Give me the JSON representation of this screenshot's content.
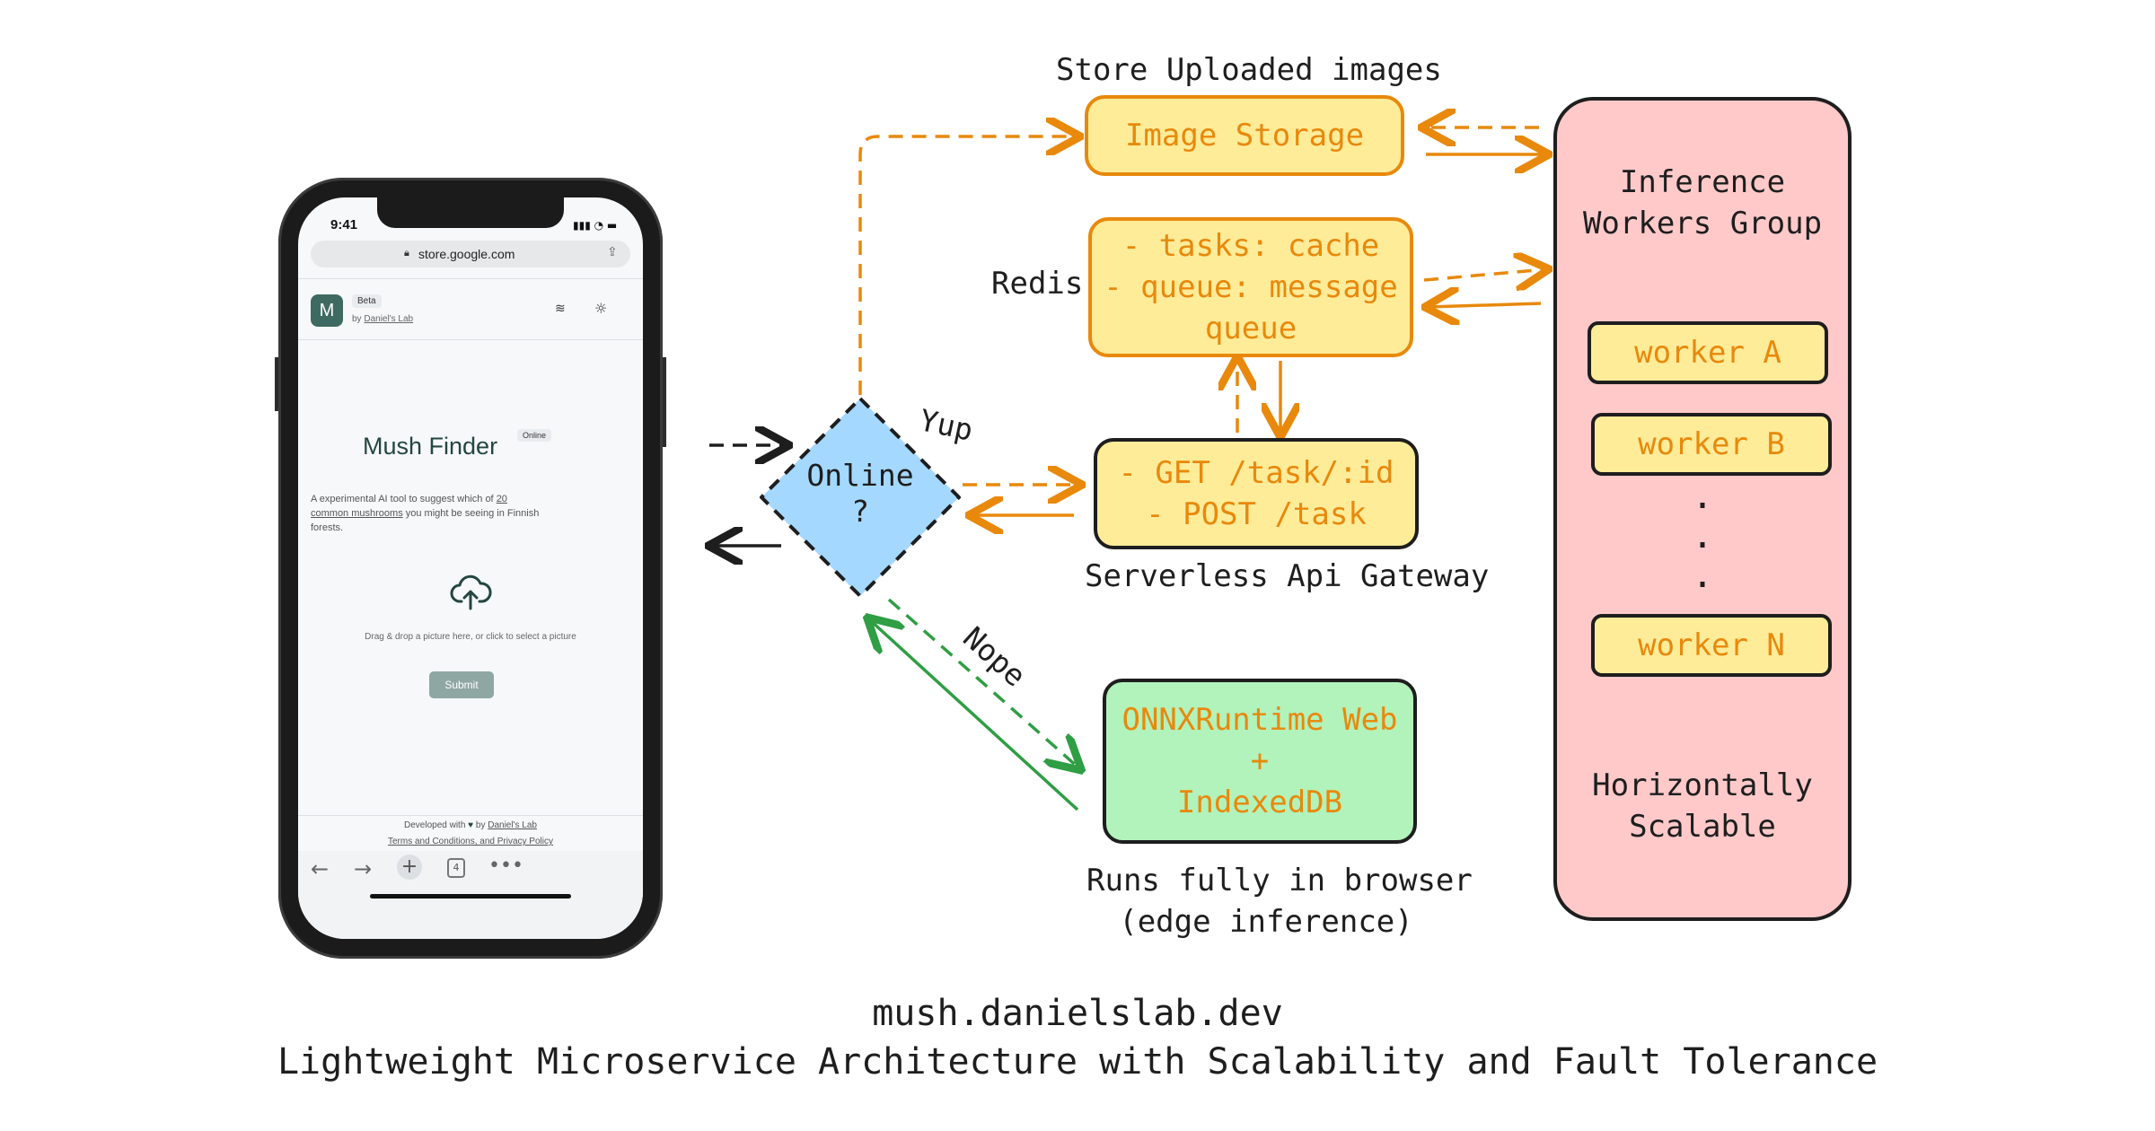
{
  "phone": {
    "time": "9:41",
    "url": "store.google.com",
    "app_logo_letter": "M",
    "beta_badge": "Beta",
    "by_text": "by",
    "by_link": "Daniel's Lab",
    "app_title": "Mush Finder",
    "online_badge": "Online",
    "desc_1": "A experimental AI tool to suggest which of",
    "desc_link_1": "20",
    "desc_link_2": "common mushrooms",
    "desc_2": "you might be seeing in Finnish",
    "desc_3": "forests.",
    "drop_text": "Drag & drop a picture here, or click to select a picture",
    "submit_label": "Submit",
    "footer_dev": "Developed with",
    "footer_by": "by",
    "footer_link": "Daniel's Lab",
    "footer_terms": "Terms and Conditions, and Privacy Policy",
    "tab_count": "4"
  },
  "diagram": {
    "image_storage_caption": "Store Uploaded images",
    "image_storage": "Image Storage",
    "redis_label": "Redis",
    "redis_line1": "- tasks: cache",
    "redis_line2": "- queue: message",
    "redis_line3": "queue",
    "api_line1": "- GET /task/:id",
    "api_line2": "- POST /task",
    "api_caption": "Serverless Api Gateway",
    "decision_line1": "Online",
    "decision_line2": "?",
    "yup_label": "Yup",
    "nope_label": "Nope",
    "onnx_line1": "ONNXRuntime Web",
    "onnx_line2": "+",
    "onnx_line3": "IndexedDB",
    "browser_caption_1": "Runs fully in browser",
    "browser_caption_2": "(edge inference)",
    "workers_title_1": "Inference",
    "workers_title_2": "Workers Group",
    "worker_a": "worker A",
    "worker_b": "worker B",
    "worker_n": "worker N",
    "ellipsis_dot": "·",
    "workers_caption_1": "Horizontally",
    "workers_caption_2": "Scalable"
  },
  "footer": {
    "domain": "mush.danielslab.dev",
    "subtitle": "Lightweight Microservice Architecture with Scalability and Fault Tolerance"
  },
  "colors": {
    "orange": "#e8890c",
    "yellow_fill": "#ffec99",
    "blue_fill": "#a5d8ff",
    "green_fill": "#b2f2bb",
    "green_stroke": "#2f9e44",
    "pink_fill": "#ffc9c9",
    "ink": "#1e1e1e"
  }
}
